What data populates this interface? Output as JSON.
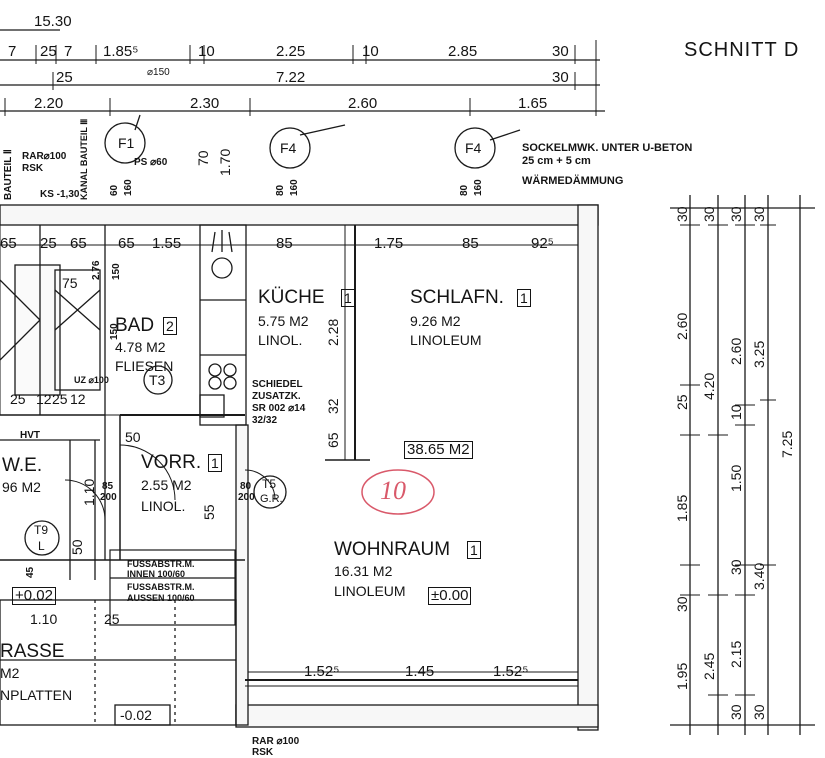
{
  "header": {
    "overall": "15.30",
    "section_title": "SCHNITT D"
  },
  "top_dims": {
    "row1": [
      "7",
      "25",
      "7",
      "1.85⁵",
      "10",
      "2.25",
      "10",
      "2.85",
      "30"
    ],
    "row2": [
      "25",
      "⌀150",
      "7.22",
      "30"
    ],
    "row3": [
      "2.20",
      "2.30",
      "2.60",
      "1.65"
    ]
  },
  "markers": {
    "f1": "F1",
    "f4a": "F4",
    "f4b": "F4",
    "t3": "T3",
    "t5a": "T5",
    "t5b": "G.R.",
    "t9a": "T9",
    "t9b": "L",
    "room_number": "10"
  },
  "notes": {
    "rar_top": "RAR⌀100",
    "rsk": "RSK",
    "bauteil": "BAUTEIL Ⅱ",
    "kanal": "KANAL BAUTEIL Ⅲ",
    "ks": "KS -1,30",
    "ps": "PS ⌀60",
    "sockel": "SOCKELMWK. UNTER U-BETON",
    "sockel2": "25 cm + 5 cm",
    "waerme": "WÄRMEDÄMMUNG",
    "schiedel1": "SCHIEDEL",
    "schiedel2": "ZUSATZK.",
    "schiedel3": "SR 002 ⌀14",
    "schiedel4": "32/32",
    "hvt": "HVT",
    "fussab1": "FUSSABSTR.M.",
    "fussab2": "INNEN 100/60",
    "fussab3": "FUSSABSTR.M.",
    "fussab4": "AUSSEN 100/60",
    "rar_bottom": "RAR ⌀100",
    "rsk_bottom": "RSK",
    "uz": "UZ ⌀100"
  },
  "rooms": {
    "kueche": {
      "name": "KÜCHE",
      "num": "1",
      "area": "5.75 M2",
      "floor": "LINOL."
    },
    "schlafn": {
      "name": "SCHLAFN.",
      "num": "1",
      "area": "9.26 M2",
      "floor": "LINOLEUM"
    },
    "bad": {
      "name": "BAD",
      "num": "2",
      "area": "4.78 M2",
      "floor": "FLIESEN"
    },
    "vorr": {
      "name": "VORR.",
      "num": "1",
      "area": "2.55 M2",
      "floor": "LINOL."
    },
    "wohnraum": {
      "name": "WOHNRAUM",
      "num": "1",
      "area": "16.31 M2",
      "floor": "LINOLEUM"
    },
    "wc": {
      "name": "W.E.",
      "area": "96 M2"
    },
    "terrasse": {
      "name": "RASSE",
      "area": "M2",
      "floor": "NPLATTEN"
    }
  },
  "totals": {
    "apartment_area": "38.65 M2",
    "level": "±0.00",
    "level_neg1": "+0.02",
    "level_neg2": "-0.02"
  },
  "inner_dims": {
    "row_a": [
      "65",
      "25",
      "65",
      "65",
      "1.55",
      "85",
      "1.75",
      "85",
      "92⁵"
    ],
    "bottom": [
      "1.52⁵",
      "1.45",
      "1.52⁵"
    ],
    "misc": [
      "75",
      "25",
      "12",
      "25",
      "12",
      "50",
      "80",
      "200",
      "85",
      "200",
      "55",
      "1.10",
      "25",
      "1.10",
      "45",
      "50",
      "2.28",
      "32",
      "65",
      "70",
      "1.70",
      "60",
      "160",
      "80",
      "160",
      "80",
      "160",
      "150",
      "2.76",
      "150"
    ]
  },
  "section_dims": {
    "col1": [
      "30",
      "2.60",
      "25",
      "1.85",
      "30",
      "1.95"
    ],
    "col2": [
      "30",
      "4.20",
      "2.45"
    ],
    "col3": [
      "30",
      "2.60",
      "10",
      "1.50",
      "30",
      "2.15",
      "30"
    ],
    "col4": [
      "30",
      "3.25",
      "3.40",
      "30"
    ],
    "col5": [
      "7.25"
    ]
  }
}
